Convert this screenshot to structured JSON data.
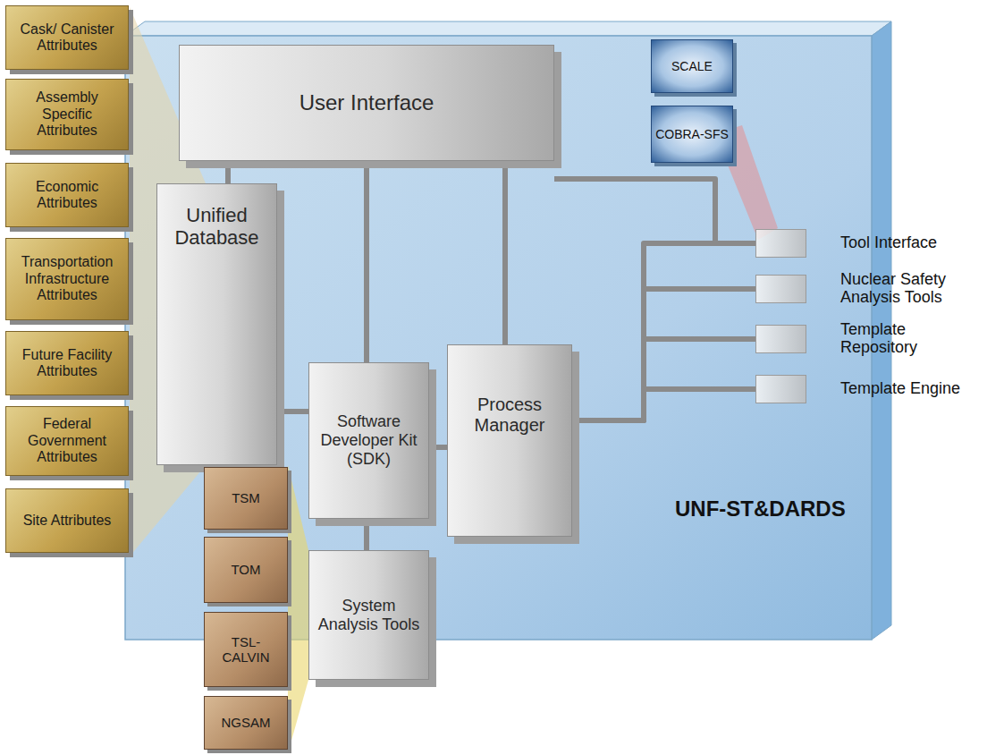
{
  "diagram": {
    "nodes": [
      {
        "text": [
          "Cask/ Canister Attributes"
        ]
      },
      {
        "text": [
          "Assembly Specific Attributes"
        ]
      },
      {
        "text": [
          "Economic Attributes"
        ]
      },
      {
        "text": [
          "Transportation Infrastructure Attributes"
        ]
      },
      {
        "text": [
          "Future Facility Attributes"
        ]
      },
      {
        "text": [
          "Federal Government Attributes"
        ]
      },
      {
        "text": [
          "Site Attributes"
        ]
      },
      {
        "text": [
          "UNF-ST&DARDS"
        ]
      },
      {
        "text": [
          "User Interface"
        ],
        "in": 7
      },
      {
        "text": [
          "Unified Database"
        ],
        "in": 7
      },
      {
        "text": [
          "Software Developer Kit (SDK)"
        ],
        "in": 7
      },
      {
        "text": [
          "Process Manager"
        ],
        "in": 7
      },
      {
        "text": [
          "SCALE"
        ]
      },
      {
        "text": [
          "COBRA-SFS"
        ]
      },
      {
        "text": [
          "Tool Interface"
        ],
        "in": 7
      },
      {
        "text": [
          "Nuclear Safety Analysis Tools"
        ],
        "in": 7
      },
      {
        "text": [
          "Template Repository"
        ],
        "in": 7
      },
      {
        "text": [
          "Template Engine"
        ],
        "in": 7
      },
      {
        "text": [
          "System Analysis Tools"
        ]
      },
      {
        "text": [
          "TSM"
        ]
      },
      {
        "text": [
          "TOM"
        ]
      },
      {
        "text": [
          "TSL-CALVIN"
        ]
      },
      {
        "text": [
          "NGSAM"
        ]
      }
    ],
    "edges": [
      {
        "from": 8,
        "to": 9,
        "arrow": "none"
      },
      {
        "from": 8,
        "to": 10,
        "arrow": "none"
      },
      {
        "from": 8,
        "to": 11,
        "arrow": "none"
      },
      {
        "from": 9,
        "to": 10,
        "arrow": "none"
      },
      {
        "from": 10,
        "to": 11,
        "arrow": "none"
      },
      {
        "from": 10,
        "to": 18,
        "arrow": "none"
      },
      {
        "from": 8,
        "to": 14,
        "arrow": "none"
      },
      {
        "from": 11,
        "to": 14,
        "arrow": "none"
      },
      {
        "from": 11,
        "to": 15,
        "arrow": "none"
      },
      {
        "from": 11,
        "to": 16,
        "arrow": "none"
      },
      {
        "from": 11,
        "to": 17,
        "arrow": "none"
      }
    ]
  }
}
